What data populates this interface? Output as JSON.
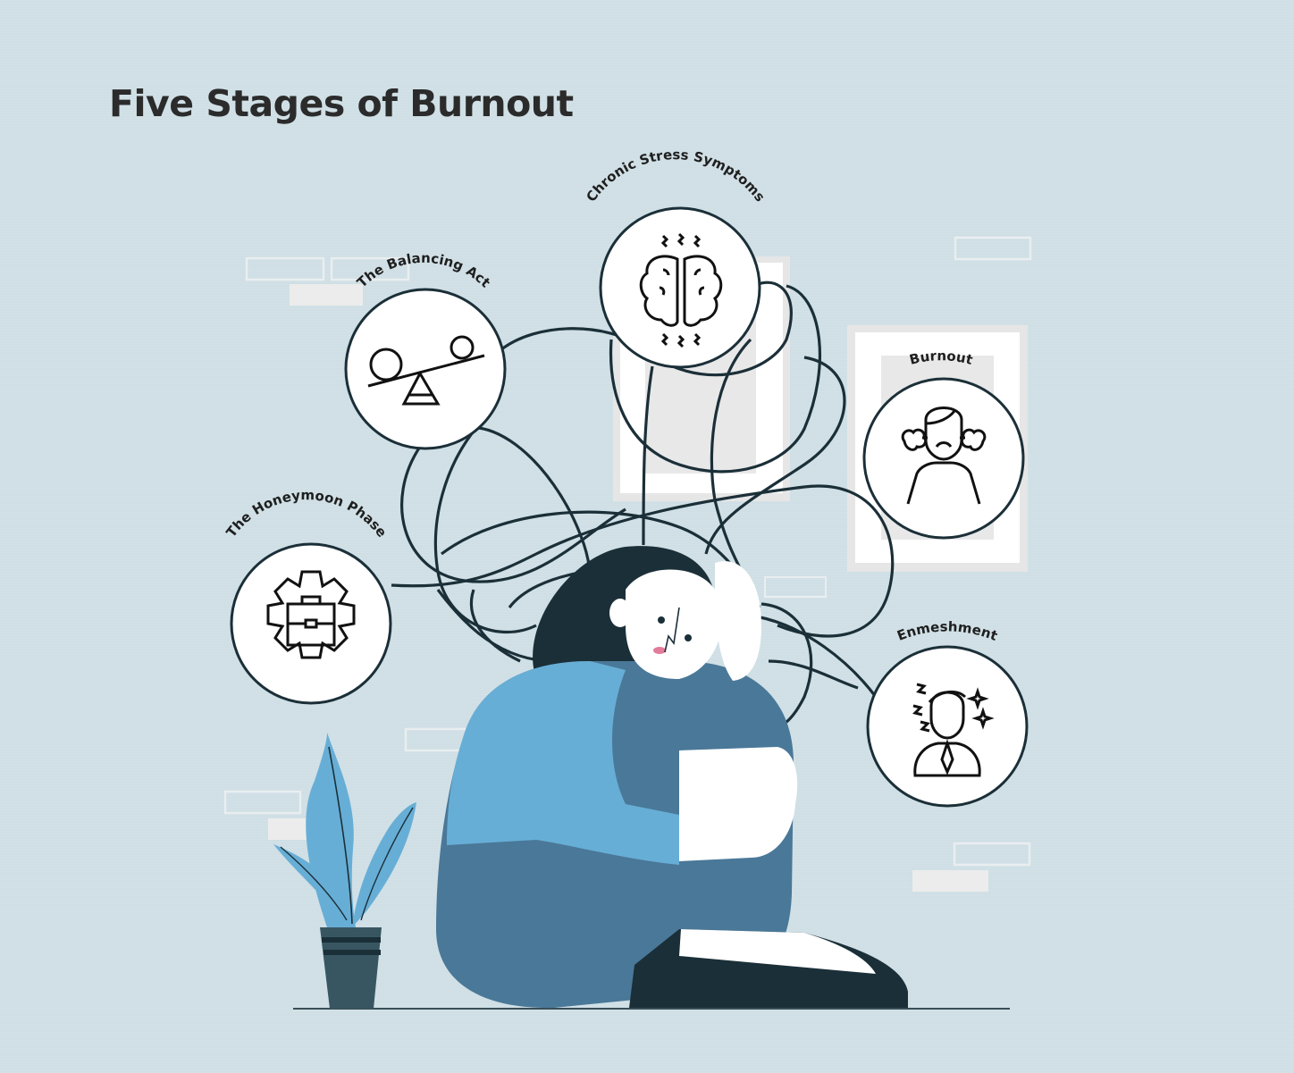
{
  "title": "Five Stages of Burnout",
  "colors": {
    "background": "#cfdfe5",
    "line": "#1b2f38",
    "shirt_light": "#67aed6",
    "pants": "#4a7898",
    "hair": "#1b2f38",
    "pot": "#375662",
    "frame_white": "#ffffff",
    "frame_gray": "#e8e8e8"
  },
  "stages": [
    {
      "id": "honeymoon",
      "label": "The Honeymoon Phase",
      "icon": "gear-briefcase-icon"
    },
    {
      "id": "balancing",
      "label": "The Balancing Act",
      "icon": "seesaw-icon"
    },
    {
      "id": "chronic",
      "label": "Chronic Stress Symptoms",
      "icon": "brain-icon"
    },
    {
      "id": "burnout",
      "label": "Burnout",
      "icon": "steaming-angry-person-icon"
    },
    {
      "id": "enmeshment",
      "label": "Enmeshment",
      "icon": "stressed-businessman-icon"
    }
  ],
  "illustration": {
    "subject": "stressed-woman-hugging-knees",
    "props": [
      "potted-plant",
      "wall-frames",
      "tangled-lines"
    ]
  }
}
